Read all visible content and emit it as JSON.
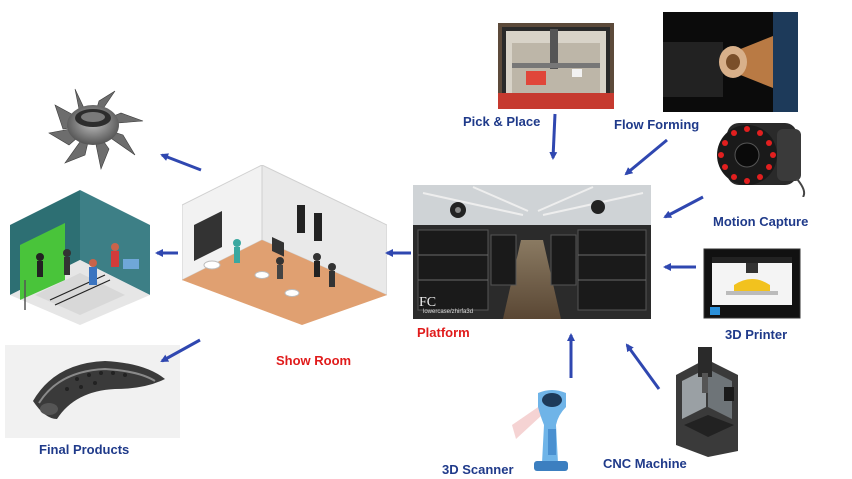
{
  "labels": {
    "pick_place": "Pick & Place",
    "flow_forming": "Flow Forming",
    "motion_capture": "Motion Capture",
    "printer_3d": "3D Printer",
    "cnc_machine": "CNC Machine",
    "scanner_3d": "3D Scanner",
    "platform": "Platform",
    "show_room": "Show Room",
    "final_products": "Final Products"
  },
  "watermark": {
    "logo": "FC",
    "url": "lowercase/zhirfa3d"
  },
  "colors": {
    "arrow": "#2f47b0",
    "label_blue": "#1f3a8a",
    "label_red": "#e01b1b"
  }
}
